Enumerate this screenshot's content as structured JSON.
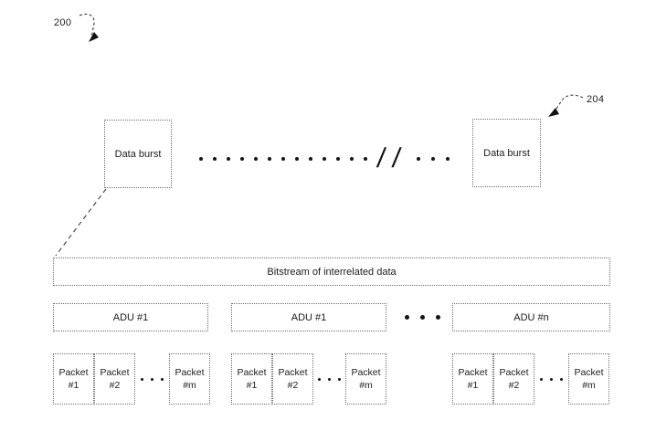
{
  "refs": {
    "figure_ref": "200",
    "burst_ref": "204"
  },
  "bursts": {
    "left_label": "Data burst",
    "right_label": "Data burst"
  },
  "ellipsis": {
    "long_dots": 13,
    "break_symbol": "/ /",
    "short_dots": 3
  },
  "bitstream": {
    "label": "Bitstream of interrelated data"
  },
  "adus": {
    "labels": [
      "ADU #1",
      "ADU #1",
      "ADU #n"
    ],
    "ellipsis_dots": 3
  },
  "packets": {
    "word": "Packet",
    "ellipsis_dots": 3,
    "groups": [
      {
        "numbers": [
          "#1",
          "#2",
          "#m"
        ]
      },
      {
        "numbers": [
          "#1",
          "#2",
          "#m"
        ]
      },
      {
        "numbers": [
          "#1",
          "#2",
          "#m"
        ]
      }
    ]
  }
}
